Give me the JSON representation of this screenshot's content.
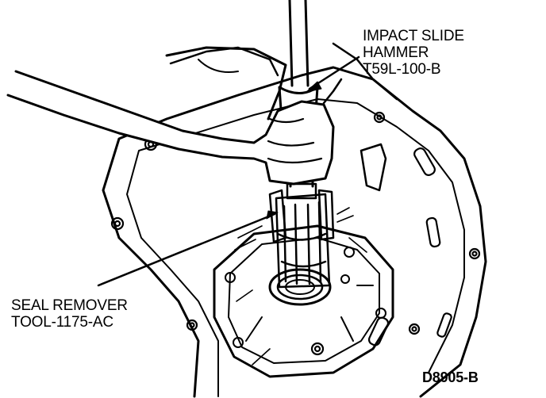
{
  "labels": {
    "impact_line1": "IMPACT SLIDE",
    "impact_line2": "HAMMER",
    "impact_line3": "T59L-100-B",
    "seal_line1": "SEAL REMOVER",
    "seal_line2": "TOOL-1175-AC",
    "figure_code": "D8905-B"
  },
  "colors": {
    "ink": "#000000",
    "paper": "#ffffff"
  }
}
